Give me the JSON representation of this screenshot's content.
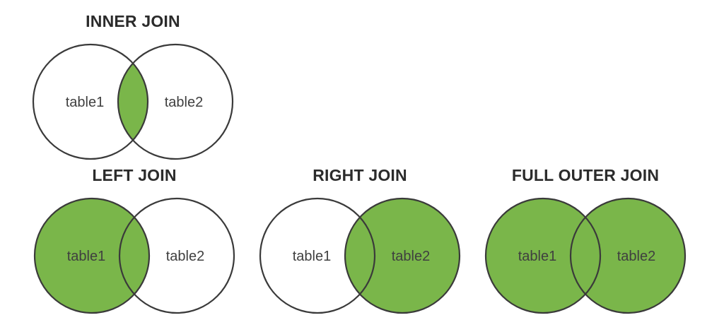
{
  "background": "#ffffff",
  "colors": {
    "fill_green": "#7ab64a",
    "fill_white": "#ffffff",
    "stroke": "#3a3a3a",
    "title_text": "#2b2b2b",
    "label_text": "#3f3f3f"
  },
  "diagrams": [
    {
      "name": "inner-join",
      "title": "INNER JOIN",
      "filled": "intersection",
      "left_label": "table1",
      "right_label": "table2"
    },
    {
      "name": "left-join",
      "title": "LEFT JOIN",
      "filled": "left",
      "left_label": "table1",
      "right_label": "table2"
    },
    {
      "name": "right-join",
      "title": "RIGHT JOIN",
      "filled": "right",
      "left_label": "table1",
      "right_label": "table2"
    },
    {
      "name": "full-outer-join",
      "title": "FULL OUTER JOIN",
      "filled": "both",
      "left_label": "table1",
      "right_label": "table2"
    }
  ]
}
